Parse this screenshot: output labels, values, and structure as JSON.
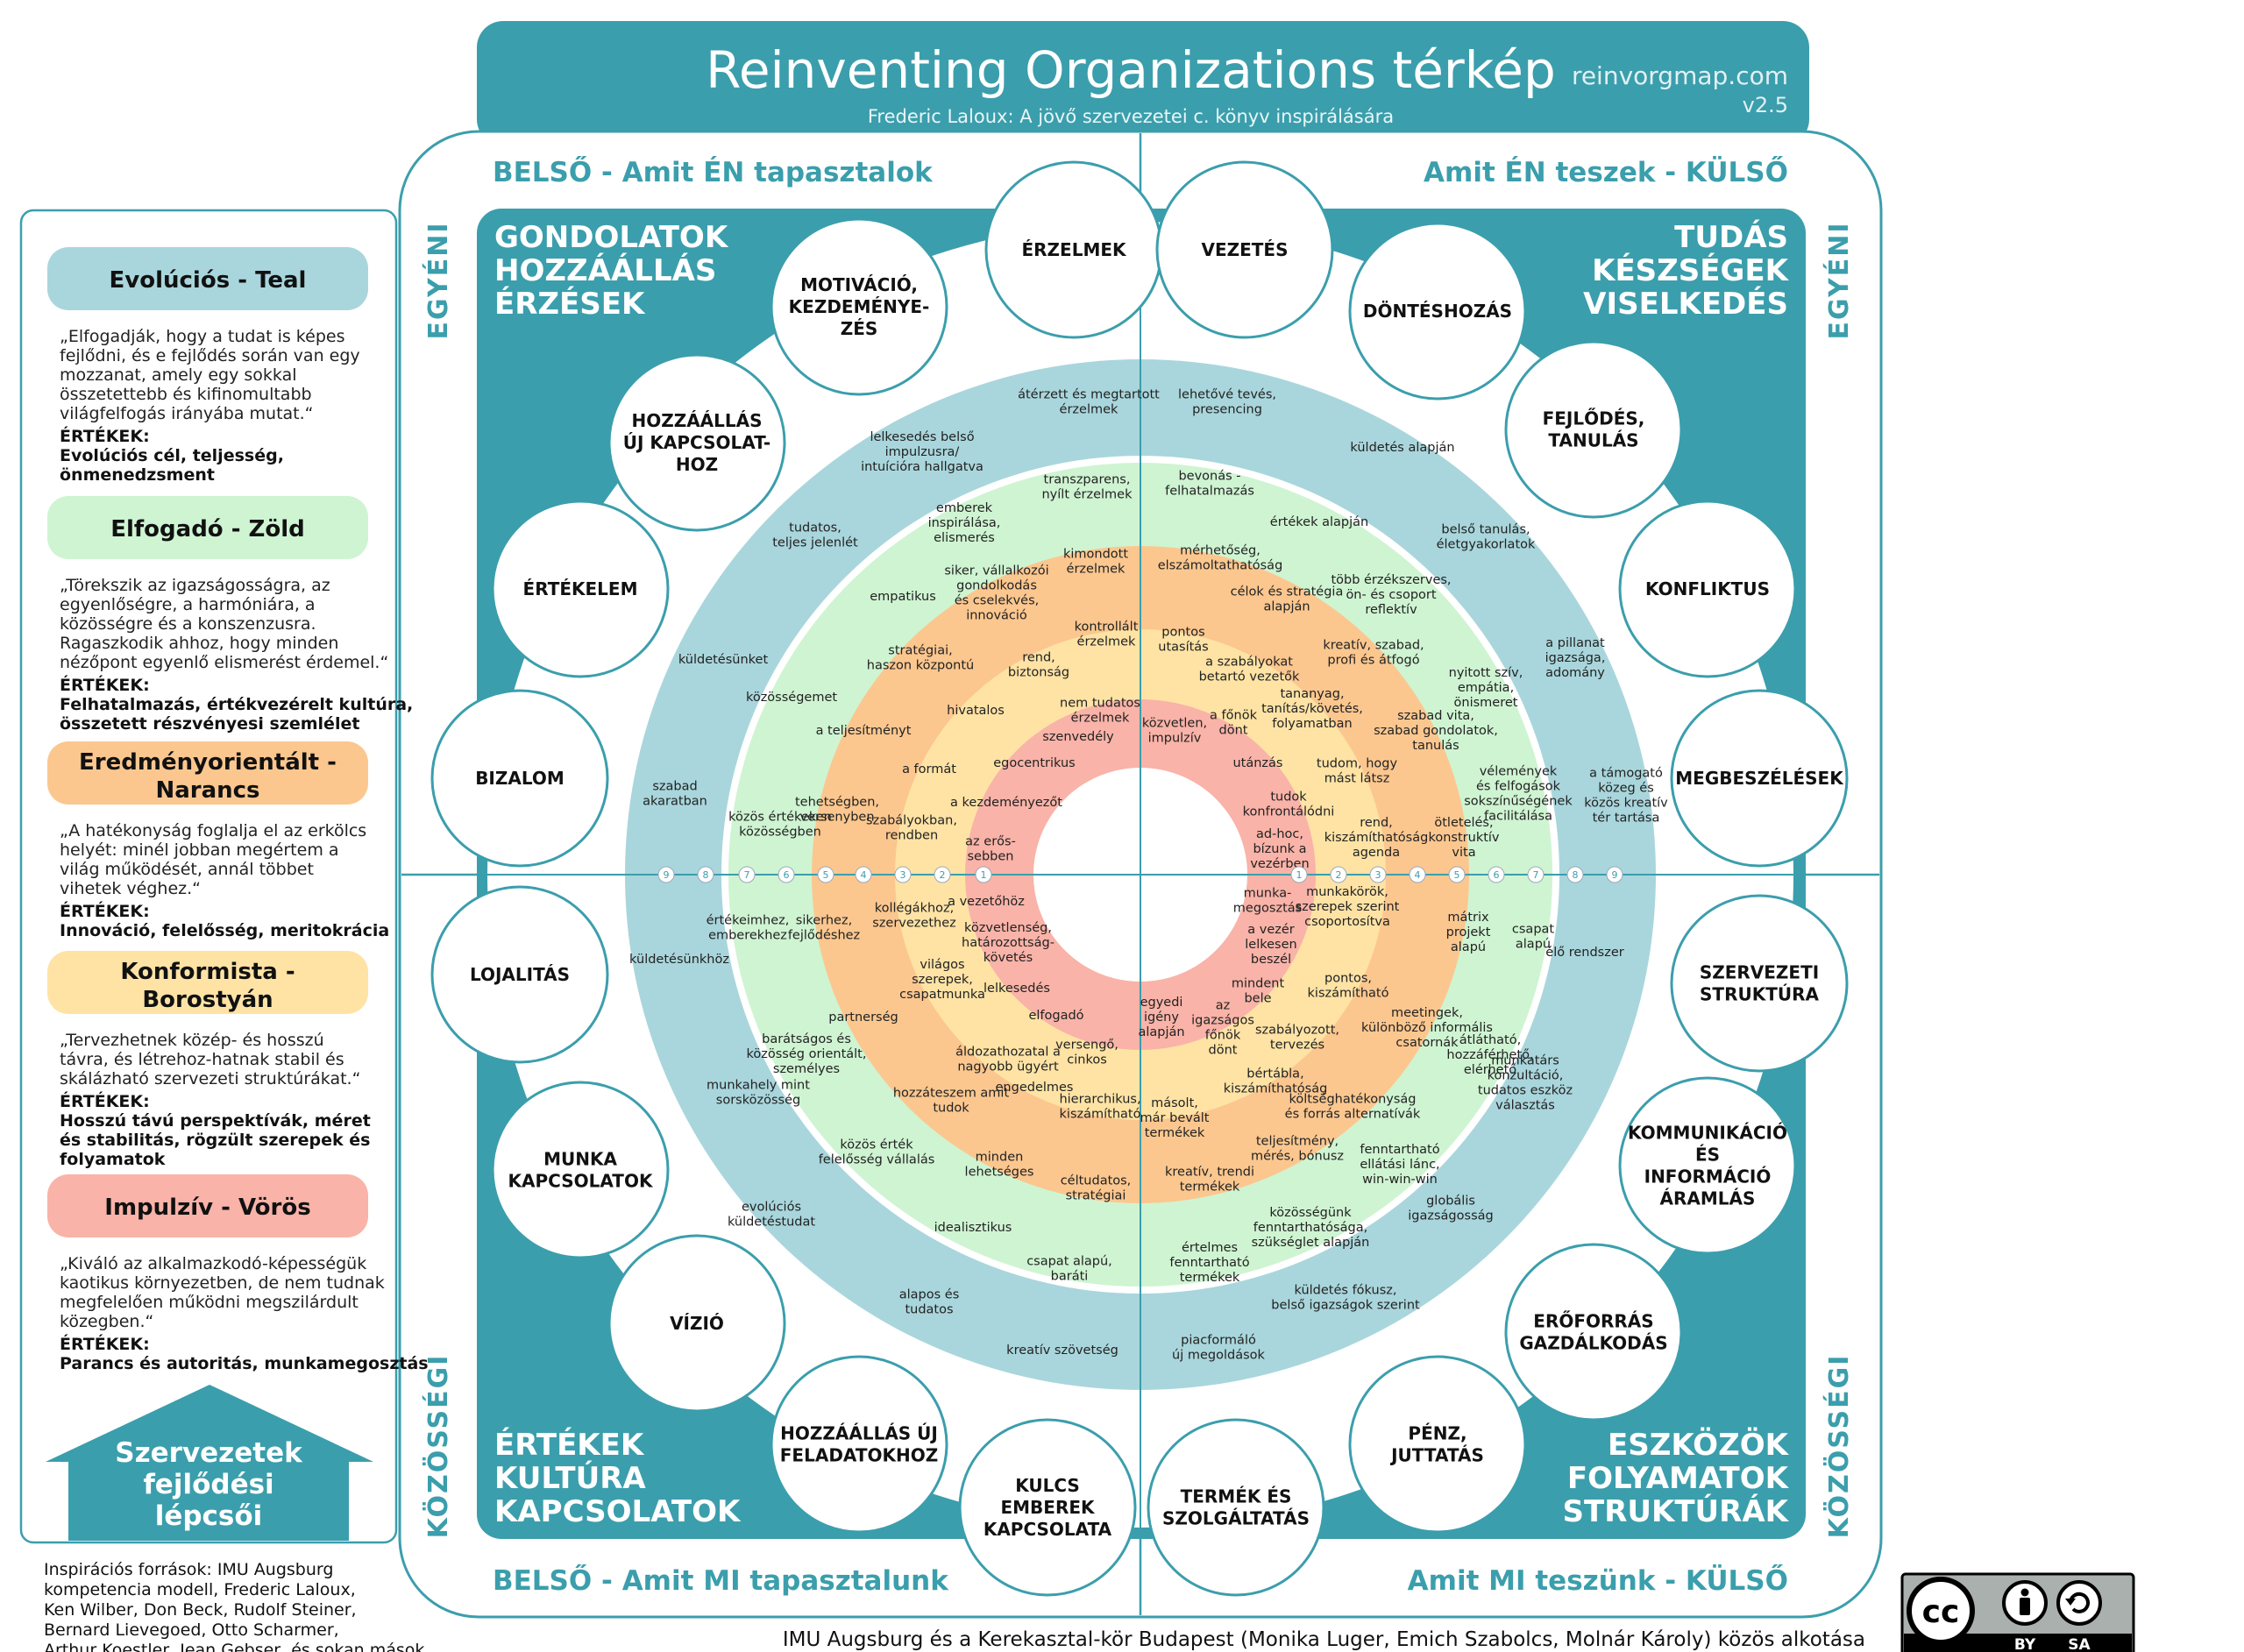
{
  "header": {
    "title": "Reinventing Organizations térkép",
    "subtitle": "Frederic Laloux: A jövő szervezetei c. könyv inspirálására",
    "site": "reinvorgmap.com",
    "version": "v2.5"
  },
  "quadrant_headers": {
    "top_left": "BELSŐ - Amit ÉN tapasztalok",
    "top_right": "Amit ÉN teszek - KÜLSŐ",
    "bottom_left": "BELSŐ - Amit MI tapasztalunk",
    "bottom_right": "Amit MI teszünk - KÜLSŐ"
  },
  "side_labels": {
    "egyeni": "EGYÉNI",
    "kozossegi": "KÖZÖSSÉGI"
  },
  "corners": {
    "top_left": [
      "GONDOLATOK",
      "HOZZÁÁLLÁS",
      "ÉRZÉSEK"
    ],
    "top_right": [
      "TUDÁS",
      "KÉSZSÉGEK",
      "VISELKEDÉS"
    ],
    "bottom_left": [
      "ÉRTÉKEK",
      "KULTÚRA",
      "KAPCSOLATOK"
    ],
    "bottom_right": [
      "ESZKÖZÖK",
      "FOLYAMATOK",
      "STRUKTÚRÁK"
    ]
  },
  "colors": {
    "teal_dark": "#3b9eac",
    "teal_light": "#a9d6dc",
    "green": "#cff4d2",
    "orange": "#fbc78f",
    "amber": "#fee3a5",
    "red": "#f9b3a8"
  },
  "levels": [
    {
      "name": "Evolúciós - Teal",
      "color": "#a9d6dc",
      "quote": [
        "„Elfogadják, hogy a tudat is képes",
        "fejlődni, és e fejlődés során van egy",
        "mozzanat, amely egy sokkal",
        "összetettebb és kifinomultabb",
        "világfelfogás irányába mutat.“"
      ],
      "ertekek_label": "ÉRTÉKEK:",
      "ertekek": [
        "Evolúciós cél, teljesség,",
        "önmenedzsment"
      ]
    },
    {
      "name": "Elfogadó - Zöld",
      "color": "#cff4d2",
      "quote": [
        "„Törekszik az igazságosságra, az",
        "egyenlőségre, a harmóniára, a",
        "közösségre és a konszenzusra.",
        "Ragaszkodik ahhoz, hogy minden",
        "nézőpont egyenlő elismerést érdemel.“"
      ],
      "ertekek_label": "ÉRTÉKEK:",
      "ertekek": [
        "Felhatalmazás, értékvezérelt kultúra,",
        "összetett részvényesi szemlélet"
      ]
    },
    {
      "name": "Eredményorientált - Narancs",
      "color": "#fbc78f",
      "quote": [
        "„A hatékonyság foglalja el az erkölcs",
        "helyét: minél jobban megértem a",
        "világ működését, annál többet",
        "vihetek véghez.“"
      ],
      "ertekek_label": "ÉRTÉKEK:",
      "ertekek": [
        "Innováció, felelősség, meritokrácia"
      ]
    },
    {
      "name": "Konformista - Borostyán",
      "color": "#fee3a5",
      "quote": [
        "„Tervezhetnek közép- és hosszú",
        "távra, és létrehoz-hatnak stabil és",
        "skálázható szervezeti struktúrákat.“"
      ],
      "ertekek_label": "ÉRTÉKEK:",
      "ertekek": [
        "Hosszú távú perspektívák, méret",
        "és stabilitás, rögzült szerepek és",
        "folyamatok"
      ]
    },
    {
      "name": "Impulzív - Vörös",
      "color": "#f9b3a8",
      "quote": [
        "„Kiváló az alkalmazkodó-képességük",
        "kaotikus környezetben, de nem tudnak",
        "megfelelően működni megszilárdult",
        "közegben.“"
      ],
      "ertekek_label": "ÉRTÉKEK:",
      "ertekek": [
        "Parancs és autoritás, munkamegosztás"
      ]
    }
  ],
  "stairs_label": [
    "Szervezetek",
    "fejlődési",
    "lépcsői"
  ],
  "bubbles": [
    {
      "label": [
        "ÉRZELMEK"
      ]
    },
    {
      "label": [
        "MOTIVÁCIÓ,",
        "KEZDEMÉNYE-",
        "ZÉS"
      ]
    },
    {
      "label": [
        "HOZZÁÁLLÁS",
        "ÚJ KAPCSOLAT-",
        "HOZ"
      ]
    },
    {
      "label": [
        "ÉRTÉKELEM"
      ]
    },
    {
      "label": [
        "BIZALOM"
      ]
    },
    {
      "label": [
        "VEZETÉS"
      ]
    },
    {
      "label": [
        "DÖNTÉSHOZÁS"
      ]
    },
    {
      "label": [
        "FEJLŐDÉS,",
        "TANULÁS"
      ]
    },
    {
      "label": [
        "KONFLIKTUS"
      ]
    },
    {
      "label": [
        "MEGBESZÉLÉSEK"
      ]
    },
    {
      "label": [
        "LOJALITÁS"
      ]
    },
    {
      "label": [
        "MUNKA",
        "KAPCSOLATOK"
      ]
    },
    {
      "label": [
        "VÍZIÓ"
      ]
    },
    {
      "label": [
        "HOZZÁÁLLÁS ÚJ",
        "FELADATOKHOZ"
      ]
    },
    {
      "label": [
        "KULCS",
        "EMBEREK",
        "KAPCSOLATA"
      ]
    },
    {
      "label": [
        "SZERVEZETI",
        "STRUKTÚRA"
      ]
    },
    {
      "label": [
        "KOMMUNIKÁCIÓ",
        "ÉS",
        "INFORMÁCIÓ",
        "ÁRAMLÁS"
      ]
    },
    {
      "label": [
        "ERŐFORRÁS",
        "GAZDÁLKODÁS"
      ]
    },
    {
      "label": [
        "PÉNZ,",
        "JUTTATÁS"
      ]
    },
    {
      "label": [
        "TERMÉK ÉS",
        "SZOLGÁLTATÁS"
      ]
    }
  ],
  "ring_labels": [
    {
      "lines": [
        "átérzett és megtartott",
        "érzelmek"
      ]
    },
    {
      "lines": [
        "lelkesedés belső",
        "impulzusra/",
        "intuícióra hallgatva"
      ]
    },
    {
      "lines": [
        "tudatos,",
        "teljes jelenlét"
      ]
    },
    {
      "lines": [
        "küldetésünket"
      ]
    },
    {
      "lines": [
        "szabad",
        "akaratban"
      ]
    },
    {
      "lines": [
        "transzparens,",
        "nyílt érzelmek"
      ]
    },
    {
      "lines": [
        "emberek",
        "inspirálása,",
        "elismerés"
      ]
    },
    {
      "lines": [
        "empatikus"
      ]
    },
    {
      "lines": [
        "közösségemet"
      ]
    },
    {
      "lines": [
        "közös értékeken",
        "közösségben"
      ]
    },
    {
      "lines": [
        "kimondott",
        "érzelmek"
      ]
    },
    {
      "lines": [
        "siker, vállalkozói",
        "gondolkodás",
        "és cselekvés,",
        "innováció"
      ]
    },
    {
      "lines": [
        "stratégiai,",
        "haszon központú"
      ]
    },
    {
      "lines": [
        "a teljesítményt"
      ]
    },
    {
      "lines": [
        "tehetségben,",
        "versenyben"
      ]
    },
    {
      "lines": [
        "kontrollált",
        "érzelmek"
      ]
    },
    {
      "lines": [
        "rend,",
        "biztonság"
      ]
    },
    {
      "lines": [
        "hivatalos"
      ]
    },
    {
      "lines": [
        "a formát"
      ]
    },
    {
      "lines": [
        "szabályokban,",
        "rendben"
      ]
    },
    {
      "lines": [
        "nem tudatos",
        "érzelmek"
      ]
    },
    {
      "lines": [
        "szenvedély"
      ]
    },
    {
      "lines": [
        "egocentrikus"
      ]
    },
    {
      "lines": [
        "a kezdeményezőt"
      ]
    },
    {
      "lines": [
        "az erős-",
        "sebben"
      ]
    },
    {
      "lines": [
        "lehetővé tevés,",
        "presencing"
      ]
    },
    {
      "lines": [
        "küldetés alapján"
      ]
    },
    {
      "lines": [
        "belső tanulás,",
        "életgyakorlatok"
      ]
    },
    {
      "lines": [
        "a pillanat",
        "igazsága,",
        "adomány"
      ]
    },
    {
      "lines": [
        "a támogató",
        "közeg és",
        "közös kreatív",
        "tér tartása"
      ]
    },
    {
      "lines": [
        "bevonás -",
        "felhatalmazás"
      ]
    },
    {
      "lines": [
        "értékek alapján"
      ]
    },
    {
      "lines": [
        "több érzékszerves,",
        "ön- és csoport",
        "reflektív"
      ]
    },
    {
      "lines": [
        "nyitott szív,",
        "empátia,",
        "önismeret"
      ]
    },
    {
      "lines": [
        "vélemények",
        "és felfogások",
        "sokszínűségének",
        "facilitálása"
      ]
    },
    {
      "lines": [
        "mérhetőség,",
        "elszámoltathatóság"
      ]
    },
    {
      "lines": [
        "célok és stratégia",
        "alapján"
      ]
    },
    {
      "lines": [
        "kreatív, szabad,",
        "profi és átfogó"
      ]
    },
    {
      "lines": [
        "szabad vita,",
        "szabad gondolatok,",
        "tanulás"
      ]
    },
    {
      "lines": [
        "ötletelés,",
        "konstruktív",
        "vita"
      ]
    },
    {
      "lines": [
        "pontos",
        "utasítás"
      ]
    },
    {
      "lines": [
        "a szabályokat",
        "betartó vezetők"
      ]
    },
    {
      "lines": [
        "tananyag,",
        "tanítás/követés,",
        "folyamatban"
      ]
    },
    {
      "lines": [
        "tudom, hogy",
        "mást látsz"
      ]
    },
    {
      "lines": [
        "rend,",
        "kiszámíthatóság",
        "agenda"
      ]
    },
    {
      "lines": [
        "közvetlen,",
        "impulzív"
      ]
    },
    {
      "lines": [
        "a főnök",
        "dönt"
      ]
    },
    {
      "lines": [
        "utánzás"
      ]
    },
    {
      "lines": [
        "tudok",
        "konfrontálódni"
      ]
    },
    {
      "lines": [
        "ad-hoc,",
        "bízunk a",
        "vezérben"
      ]
    },
    {
      "lines": [
        "értékeimhez,",
        "emberekhez"
      ]
    },
    {
      "lines": [
        "küldetésünkhöz"
      ]
    },
    {
      "lines": [
        "munkahely mint",
        "sorsközösség"
      ]
    },
    {
      "lines": [
        "evolúciós",
        "küldetéstudat"
      ]
    },
    {
      "lines": [
        "alapos és",
        "tudatos"
      ]
    },
    {
      "lines": [
        "kreatív szövetség"
      ]
    },
    {
      "lines": [
        "barátságos és",
        "közösség orientált,",
        "személyes"
      ]
    },
    {
      "lines": [
        "közös érték",
        "felelősség vállalás"
      ]
    },
    {
      "lines": [
        "idealisztikus"
      ]
    },
    {
      "lines": [
        "csapat alapú,",
        "baráti"
      ]
    },
    {
      "lines": [
        "sikerhez,",
        "fejlődéshez"
      ]
    },
    {
      "lines": [
        "partnerség"
      ]
    },
    {
      "lines": [
        "hozzáteszem amit",
        "tudok"
      ]
    },
    {
      "lines": [
        "minden",
        "lehetséges"
      ]
    },
    {
      "lines": [
        "céltudatos,",
        "stratégiai"
      ]
    },
    {
      "lines": [
        "kollégákhoz,",
        "szervezethez"
      ]
    },
    {
      "lines": [
        "világos",
        "szerepek,",
        "csapatmunka"
      ]
    },
    {
      "lines": [
        "áldozathozatal a",
        "nagyobb ügyért"
      ]
    },
    {
      "lines": [
        "engedelmes"
      ]
    },
    {
      "lines": [
        "hierarchikus,",
        "kiszámítható"
      ]
    },
    {
      "lines": [
        "a vezetőhöz"
      ]
    },
    {
      "lines": [
        "közvetlenség,",
        "határozottság-",
        "követés"
      ]
    },
    {
      "lines": [
        "lelkesedés"
      ]
    },
    {
      "lines": [
        "elfogadó"
      ]
    },
    {
      "lines": [
        "versengő,",
        "cinkos"
      ]
    },
    {
      "lines": [
        "élő rendszer"
      ]
    },
    {
      "lines": [
        "munkatárs",
        "konzultáció,",
        "tudatos eszköz",
        "választás"
      ]
    },
    {
      "lines": [
        "globális",
        "igazságosság"
      ]
    },
    {
      "lines": [
        "küldetés fókusz,",
        "belső igazságok szerint"
      ]
    },
    {
      "lines": [
        "piacformáló",
        "új megoldások"
      ]
    },
    {
      "lines": [
        "csapat",
        "alapú"
      ]
    },
    {
      "lines": [
        "átlátható,",
        "hozzáférhető,",
        "elérhető"
      ]
    },
    {
      "lines": [
        "fenntartható",
        "ellátási lánc,",
        "win-win-win"
      ]
    },
    {
      "lines": [
        "közösségünk",
        "fenntarthatósága,",
        "szükséglet alapján"
      ]
    },
    {
      "lines": [
        "értelmes",
        "fenntartható",
        "termékek"
      ]
    },
    {
      "lines": [
        "mátrix",
        "projekt",
        "alapú"
      ]
    },
    {
      "lines": [
        "meetingek,",
        "különböző informális",
        "csatornák"
      ]
    },
    {
      "lines": [
        "költséghatékonyság",
        "és forrás alternatívák"
      ]
    },
    {
      "lines": [
        "teljesítmény,",
        "mérés, bónusz"
      ]
    },
    {
      "lines": [
        "kreatív, trendi",
        "termékek"
      ]
    },
    {
      "lines": [
        "munkakörök,",
        "szerepek szerint",
        "csoportosítva"
      ]
    },
    {
      "lines": [
        "pontos,",
        "kiszámítható"
      ]
    },
    {
      "lines": [
        "bértábla,",
        "kiszámíthatóság"
      ]
    },
    {
      "lines": [
        "szabályozott,",
        "tervezés"
      ]
    },
    {
      "lines": [
        "másolt,",
        "már bevált",
        "termékek"
      ]
    },
    {
      "lines": [
        "munka-",
        "megosztás"
      ]
    },
    {
      "lines": [
        "a vezér",
        "lelkesen",
        "beszél"
      ]
    },
    {
      "lines": [
        "mindent",
        "bele"
      ]
    },
    {
      "lines": [
        "az",
        "igazságos",
        "főnök",
        "dönt"
      ]
    },
    {
      "lines": [
        "egyedi",
        "igény",
        "alapján"
      ]
    }
  ],
  "axis_numbers": [
    "9",
    "8",
    "7",
    "6",
    "5",
    "4",
    "3",
    "2",
    "1",
    "1",
    "2",
    "3",
    "4",
    "5",
    "6",
    "7",
    "8",
    "9"
  ],
  "sources": [
    "Inspirációs források: IMU Augsburg",
    "kompetencia modell, Frederic Laloux,",
    "Ken Wilber, Don Beck, Rudolf Steiner,",
    "Bernard Lievegoed, Otto Scharmer,",
    "Arthur Koestler, Jean Gebser, és sokan mások…"
  ],
  "credit": "IMU Augsburg és a Kerekasztal-kör Budapest (Monika Luger, Emich Szabolcs, Molnár Károly) közös alkotása",
  "license": {
    "cc": "cc",
    "by": "BY",
    "sa": "SA"
  }
}
